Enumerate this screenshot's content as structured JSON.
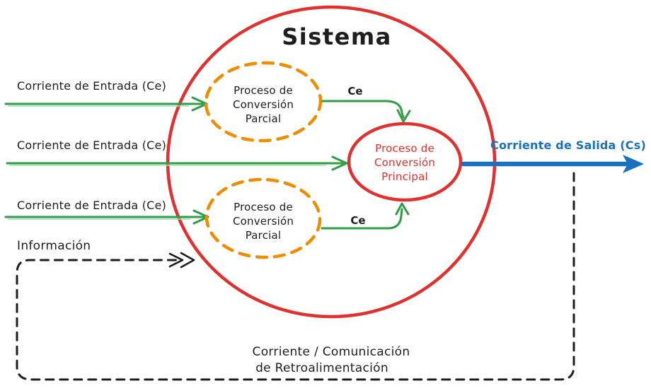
{
  "diagram": {
    "title": "Sistema",
    "input_labels": [
      "Corriente de Entrada (Ce)",
      "Corriente de Entrada (Ce)",
      "Corriente de Entrada (Ce)"
    ],
    "partial_top": [
      "Proceso de",
      "Conversión",
      "Parcial"
    ],
    "partial_bottom": [
      "Proceso de",
      "Conversión",
      "Parcial"
    ],
    "main_process": [
      "Proceso de",
      "Conversión",
      "Principal"
    ],
    "ce_top": "Ce",
    "ce_bottom": "Ce",
    "output_label": "Corriente de Salida (Cs)",
    "information_label": "Información",
    "feedback_label": [
      "Corriente / Comunicación",
      "de Retroalimentación"
    ],
    "colors": {
      "system_red": "#e03131",
      "partial_orange": "#f08c00",
      "flow_green": "#2f9e44",
      "output_blue": "#1971c2",
      "ink_black": "#1e1e1e"
    }
  }
}
